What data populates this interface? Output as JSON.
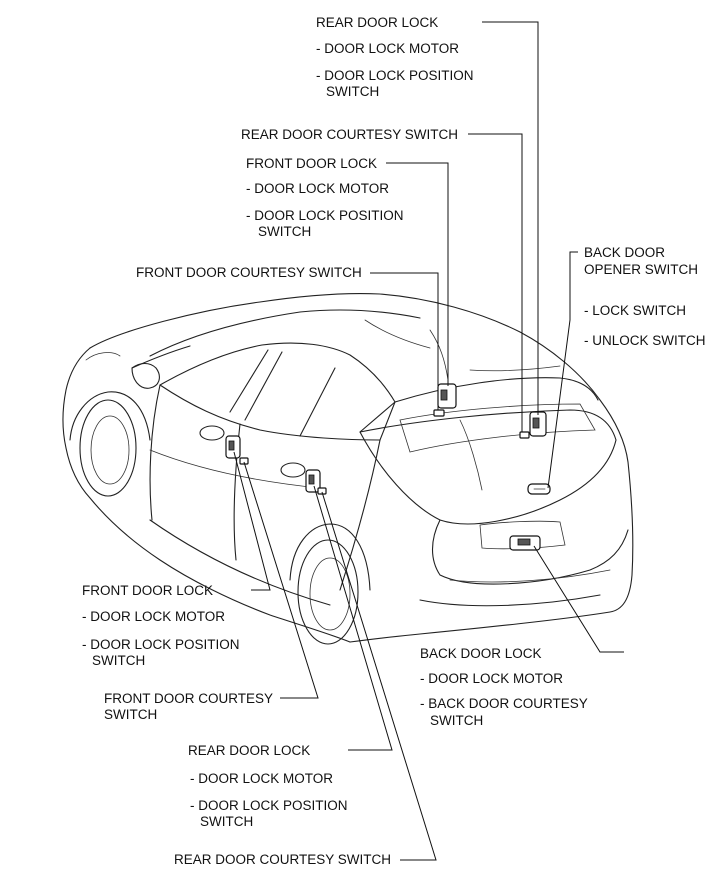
{
  "labels": {
    "rear_right_lock": {
      "title": "REAR DOOR LOCK",
      "item1": "- DOOR LOCK MOTOR",
      "item2_line1": "- DOOR LOCK POSITION",
      "item2_line2": "SWITCH"
    },
    "rear_right_courtesy": "REAR DOOR COURTESY SWITCH",
    "front_right_lock": {
      "title": "FRONT DOOR LOCK",
      "item1": "- DOOR LOCK MOTOR",
      "item2_line1": "- DOOR LOCK POSITION",
      "item2_line2": "SWITCH"
    },
    "front_right_courtesy": "FRONT DOOR COURTESY SWITCH",
    "back_door_opener": {
      "title_line1": "BACK DOOR",
      "title_line2": "OPENER SWITCH",
      "item1": "- LOCK SWITCH",
      "item2": "- UNLOCK SWITCH"
    },
    "front_left_lock": {
      "title": "FRONT DOOR LOCK",
      "item1": "- DOOR LOCK MOTOR",
      "item2_line1": "- DOOR LOCK POSITION",
      "item2_line2": "SWITCH"
    },
    "front_left_courtesy": {
      "line1": "FRONT DOOR COURTESY",
      "line2": "SWITCH"
    },
    "back_door_lock": {
      "title": "BACK DOOR LOCK",
      "item1": "- DOOR LOCK MOTOR",
      "item2_line1": "- BACK DOOR COURTESY",
      "item2_line2": "SWITCH"
    },
    "rear_left_lock": {
      "title": "REAR DOOR LOCK",
      "item1": "- DOOR LOCK MOTOR",
      "item2_line1": "- DOOR LOCK POSITION",
      "item2_line2": "SWITCH"
    },
    "rear_left_courtesy": "REAR DOOR COURTESY SWITCH"
  }
}
